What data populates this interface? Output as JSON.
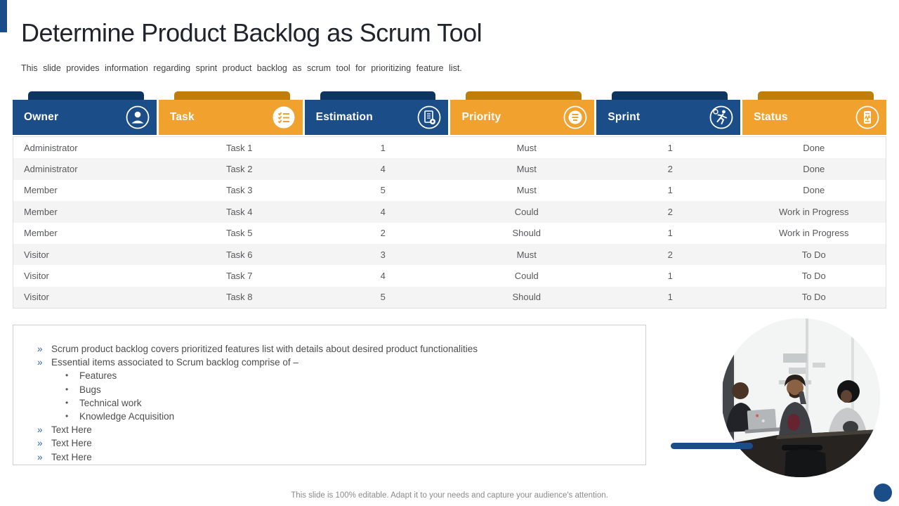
{
  "slide": {
    "title": "Determine Product Backlog as Scrum Tool",
    "subtitle": "This slide provides information regarding sprint product backlog as scrum tool for prioritizing feature list.",
    "footer": "This slide is 100% editable. Adapt it to your needs and capture your audience's attention."
  },
  "table": {
    "columns": [
      {
        "key": "owner",
        "label": "Owner",
        "icon": "owner-person-icon",
        "theme": "blue"
      },
      {
        "key": "task",
        "label": "Task",
        "icon": "task-checklist-icon",
        "theme": "orange"
      },
      {
        "key": "estimation",
        "label": "Estimation",
        "icon": "estimation-doc-icon",
        "theme": "blue"
      },
      {
        "key": "priority",
        "label": "Priority",
        "icon": "priority-list-icon",
        "theme": "orange"
      },
      {
        "key": "sprint",
        "label": "Sprint",
        "icon": "sprint-runner-icon",
        "theme": "blue"
      },
      {
        "key": "status",
        "label": "Status",
        "icon": "status-report-icon",
        "theme": "orange"
      }
    ],
    "rows": [
      {
        "owner": "Administrator",
        "task": "Task 1",
        "estimation": "1",
        "priority": "Must",
        "sprint": "1",
        "status": "Done"
      },
      {
        "owner": "Administrator",
        "task": "Task 2",
        "estimation": "4",
        "priority": "Must",
        "sprint": "2",
        "status": "Done"
      },
      {
        "owner": "Member",
        "task": "Task 3",
        "estimation": "5",
        "priority": "Must",
        "sprint": "1",
        "status": "Done"
      },
      {
        "owner": "Member",
        "task": "Task 4",
        "estimation": "4",
        "priority": "Could",
        "sprint": "2",
        "status": "Work in Progress"
      },
      {
        "owner": "Member",
        "task": "Task 5",
        "estimation": "2",
        "priority": "Should",
        "sprint": "1",
        "status": "Work in Progress"
      },
      {
        "owner": "Visitor",
        "task": "Task 6",
        "estimation": "3",
        "priority": "Must",
        "sprint": "2",
        "status": "To Do"
      },
      {
        "owner": "Visitor",
        "task": "Task 7",
        "estimation": "4",
        "priority": "Could",
        "sprint": "1",
        "status": "To Do"
      },
      {
        "owner": "Visitor",
        "task": "Task 8",
        "estimation": "5",
        "priority": "Should",
        "sprint": "1",
        "status": "To Do"
      }
    ]
  },
  "notes": {
    "items": [
      {
        "level": 1,
        "marker": "»",
        "text": "Scrum product backlog covers prioritized features list with details about desired product functionalities"
      },
      {
        "level": 1,
        "marker": "»",
        "text": "Essential items associated to Scrum backlog comprise of –"
      },
      {
        "level": 2,
        "marker": "•",
        "text": "Features"
      },
      {
        "level": 2,
        "marker": "•",
        "text": "Bugs"
      },
      {
        "level": 2,
        "marker": "•",
        "text": "Technical work"
      },
      {
        "level": 2,
        "marker": "•",
        "text": "Knowledge Acquisition"
      },
      {
        "level": 1,
        "marker": "»",
        "text": "Text Here"
      },
      {
        "level": 1,
        "marker": "»",
        "text": "Text Here"
      },
      {
        "level": 1,
        "marker": "»",
        "text": "Text Here"
      }
    ]
  },
  "colors": {
    "blue": "#1b4e89",
    "blue_dark": "#0d3561",
    "orange": "#f0a12e",
    "orange_dark": "#c07e08",
    "accent": "#2b64a4"
  }
}
